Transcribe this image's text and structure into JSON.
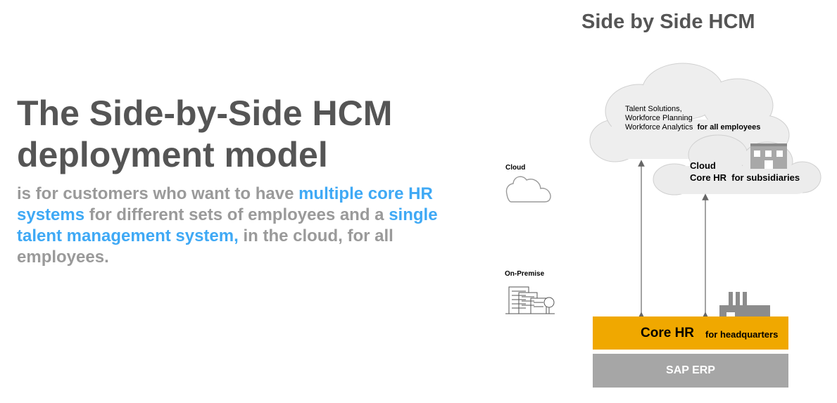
{
  "headline": {
    "line1": "The Side-by-Side HCM",
    "line2": "deployment model"
  },
  "subtext": {
    "part1": "is for customers who want to have ",
    "highlight1": "multiple core HR systems",
    "part2": " for different sets of employees and a ",
    "highlight2": "single talent management system,",
    "part3": " in the cloud, for all employees."
  },
  "diagram": {
    "title": "Side by Side HCM",
    "legend": {
      "cloud_label": "Cloud",
      "onprem_label": "On-Premise"
    },
    "talent_cloud": {
      "line1": "Talent Solutions,",
      "line2": "Workforce Planning",
      "line3": "Workforce Analytics",
      "scope": "for all employees"
    },
    "subsidiary_cloud": {
      "line1": "Cloud",
      "line2": "Core HR",
      "scope": "for subsidiaries"
    },
    "core_hr_bar": {
      "label": "Core HR",
      "scope": "for headquarters",
      "color": "#f0a800"
    },
    "erp_bar": {
      "label": "SAP ERP",
      "color": "#a6a6a6"
    }
  },
  "colors": {
    "headline": "#555555",
    "subtext": "#9a9a9a",
    "highlight": "#3fa9f5",
    "cloud_fill": "#eeeeee"
  }
}
